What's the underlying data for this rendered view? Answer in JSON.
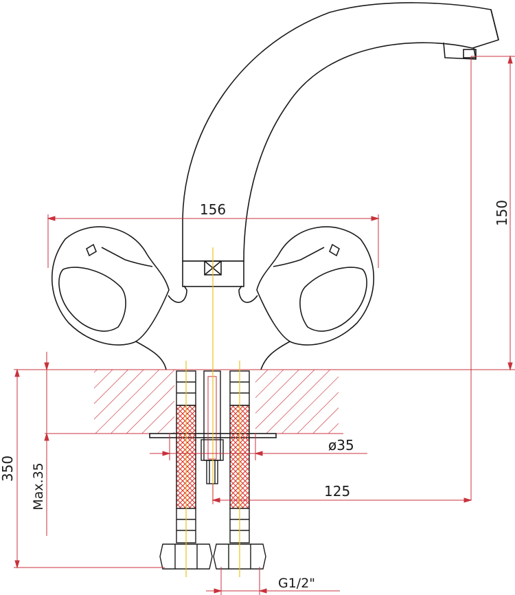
{
  "dimensions": {
    "width_156": "156",
    "height_150": "150",
    "total_350": "350",
    "max_35": "Max.35",
    "diameter_35": "ø35",
    "reach_125": "125",
    "thread_g12": "G1/2\""
  },
  "colors": {
    "outline": "#1a1a1a",
    "dimension": "#c8323c",
    "centerline": "#e8c21a",
    "hatch": "#c8323c",
    "braid": "#d9342b"
  }
}
